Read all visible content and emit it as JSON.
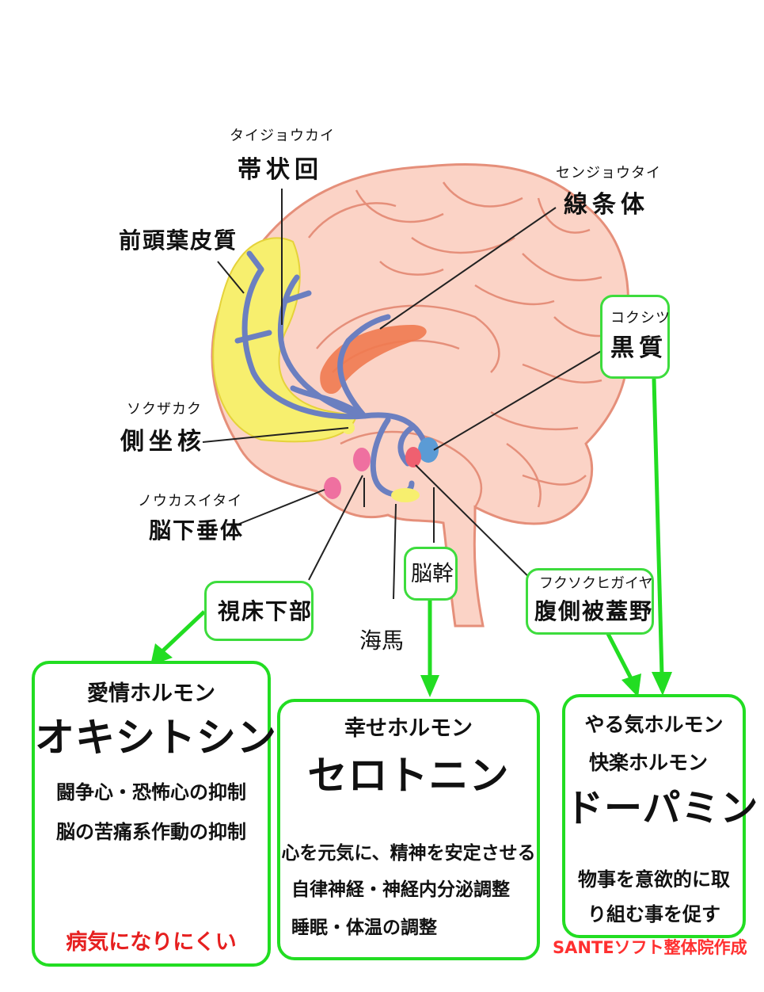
{
  "labels": {
    "taijoukai_kana": "タイジョウカイ",
    "taijoukai": "帯状回",
    "senjoutai_kana": "センジョウタイ",
    "senjoutai": "線条体",
    "zentouyou": "前頭葉皮質",
    "kokushitsu_kana": "コクシツ",
    "kokushitsu": "黒質",
    "sokuzakaku_kana": "ソクザカク",
    "sokuzakaku": "側坐核",
    "noukasuitai_kana": "ノウカスイタイ",
    "noukasuitai": "脳下垂体",
    "shishoukabu": "視床下部",
    "noukan": "脳幹",
    "fukusoku_kana": "フクソクヒガイヤ",
    "fukusoku": "腹側被蓋野",
    "kaiba": "海馬"
  },
  "cards": {
    "oxytocin": {
      "subtitle": "愛情ホルモン",
      "title": "オキシトシン",
      "line1": "闘争心・恐怖心の抑制",
      "line2_pre": "脳の",
      "line2_highlight": "苦痛系",
      "line2_post": "作動の抑制",
      "result": "病気になりにくい"
    },
    "serotonin": {
      "subtitle": "幸せホルモン",
      "title": "セロトニン",
      "line1": "心を元気に、精神を安定させる",
      "line2": "自律神経・神経内分泌調整",
      "line3": "睡眠・体温の調整"
    },
    "dopamine": {
      "subtitle1": "やる気ホルモン",
      "subtitle2": "快楽ホルモン",
      "title": "ドーパミン",
      "line1": "物事を意欲的に取",
      "line2": "り組む事を促す"
    }
  },
  "credit": "SANTEソフト整体院作成",
  "colors": {
    "brain_fill": "#fbd3c6",
    "brain_line": "#e58f7a",
    "frontal_yellow": "#f7ef6e",
    "striatum_orange": "#ef7a50",
    "pathway_blue": "#6b7fc0",
    "box_green": "#22dd22",
    "accent_red": "#e62020"
  }
}
